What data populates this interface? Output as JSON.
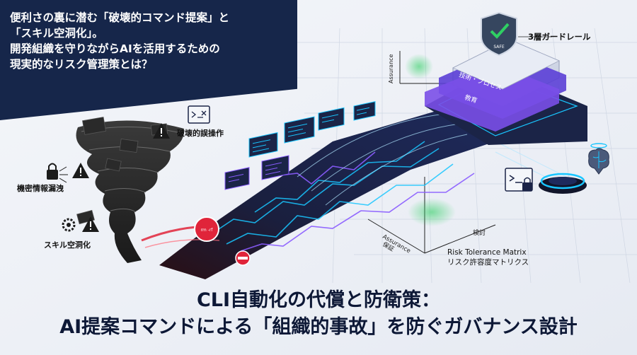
{
  "intro": {
    "lines": [
      "便利さの裏に潜む「破壊的コマンド提案」と",
      "「スキル空洞化」。",
      "開発組織を守りながらAIを活用するための",
      "現実的なリスク管理策とは？"
    ]
  },
  "risks": {
    "destructive": "破壊的誤操作",
    "leak": "機密情報漏洩",
    "skill": "スキル空洞化"
  },
  "guardrail": {
    "label": "3層ガードレール",
    "shield_text": "SAFE",
    "layer_tech": "技術・プロセス",
    "layer_edu": "教育"
  },
  "axes": {
    "assurance_top": "Assurance",
    "assurance_bottom": "Assurance",
    "assurance_ja": "保証",
    "review": "検討"
  },
  "matrix": {
    "title_en": "Risk Tolerance Matrix",
    "title_ja": "リスク許容度マトリクス"
  },
  "stop_sign_text": "rm -rf",
  "title": {
    "line1": "CLI自動化の代償と防衛策：",
    "line2": "AI提案コマンドによる「組織的事故」を防ぐガバナンス設計"
  },
  "colors": {
    "navy": "#16264a",
    "cyan": "#19c6ff",
    "purple": "#8a5cff",
    "danger": "#e0243a",
    "safe_green": "#2fcf63"
  }
}
